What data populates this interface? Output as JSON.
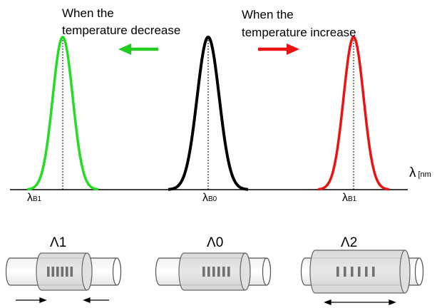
{
  "annotations": {
    "decrease_line1": "When the",
    "decrease_line2": "temperature decrease",
    "increase_line1": "When the",
    "increase_line2": "temperature increase"
  },
  "axis": {
    "label_main": "λ",
    "label_unit": "[nm"
  },
  "peaks": [
    {
      "name": "green",
      "label_main": "λ",
      "label_sub": "B1",
      "color": "#22dd22"
    },
    {
      "name": "black",
      "label_main": "λ",
      "label_sub": "B0",
      "color": "#000000"
    },
    {
      "name": "red",
      "label_main": "λ",
      "label_sub": "B1",
      "color": "#ee1111"
    }
  ],
  "arrows": {
    "left_color": "#22cc22",
    "right_color": "#ee1111"
  },
  "gratings": [
    {
      "name": "compressed",
      "label": "Λ1"
    },
    {
      "name": "normal",
      "label": "Λ0"
    },
    {
      "name": "stretched",
      "label": "Λ2"
    }
  ]
}
